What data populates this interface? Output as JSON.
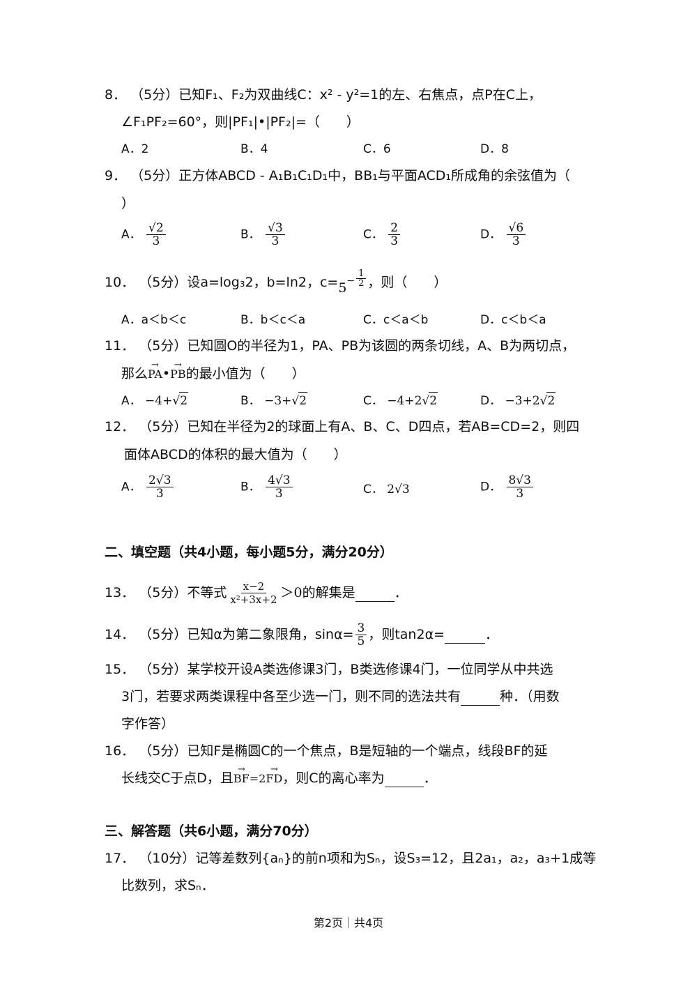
{
  "q8": {
    "num": "8．",
    "stem1": "（5分）已知F₁、F₂为双曲线C：x² - y²=1的左、右焦点，点P在C上，",
    "stem2": "∠F₁PF₂=60°，则|PF₁|•|PF₂|=（　　）",
    "options": [
      "A．2",
      "B．4",
      "C．6",
      "D．8"
    ]
  },
  "q9": {
    "num": "9．",
    "stem1": "（5分）正方体ABCD - A₁B₁C₁D₁中，BB₁与平面ACD₁所成角的余弦值为（",
    "stem2": "）",
    "option_labels": [
      "A．",
      "B．",
      "C．",
      "D．"
    ],
    "option_num": [
      "√2",
      "√3",
      "2",
      "√6"
    ],
    "option_den": [
      "3",
      "3",
      "3",
      "3"
    ]
  },
  "q10": {
    "num": "10．",
    "stem_a": "（5分）设a=log₃2，b=ln2，c=",
    "c_base": "5",
    "c_exp_sign": "−",
    "c_exp_num": "1",
    "c_exp_den": "2",
    "stem_b": "，则（　　）",
    "options": [
      "A．a＜b＜c",
      "B．b＜c＜a",
      "C．c＜a＜b",
      "D．c＜b＜a"
    ]
  },
  "q11": {
    "num": "11．",
    "stem1": "（5分）已知圆O的半径为1，PA、PB为该圆的两条切线，A、B为两切点，",
    "stem2_a": "那么",
    "vec1": "PA",
    "dot": "•",
    "vec2": "PB",
    "stem2_b": "的最小值为（　　）",
    "option_labels": [
      "A．",
      "B．",
      "C．",
      "D．"
    ],
    "option_pre": [
      "−4+",
      "−3+",
      "−4+2",
      "−3+2"
    ],
    "option_rad": [
      "2",
      "2",
      "2",
      "2"
    ]
  },
  "q12": {
    "num": "12．",
    "stem1": "（5分）已知在半径为2的球面上有A、B、C、D四点，若AB=CD=2，则四",
    "stem2": "面体ABCD的体积的最大值为（　　）",
    "option_labels": [
      "A．",
      "B．",
      "C．",
      "D．"
    ],
    "option_num": [
      "2√3",
      "4√3",
      "",
      "8√3"
    ],
    "option_den": [
      "3",
      "3",
      "",
      "3"
    ],
    "option_c": "2√3"
  },
  "section2": "二、填空题（共4小题，每小题5分，满分20分）",
  "q13": {
    "num": "13．",
    "stem_a": "（5分）不等式",
    "frac_num": "x−2",
    "frac_den": "x²+3x+2",
    "rel": "＞0",
    "stem_b": "的解集是",
    "end": "．"
  },
  "q14": {
    "num": "14．",
    "stem_a": "（5分）已知α为第二象限角，sinα=",
    "frac_num": "3",
    "frac_den": "5",
    "stem_b": "，则tan2α=",
    "end": "．"
  },
  "q15": {
    "num": "15．",
    "stem1": "（5分）某学校开设A类选修课3门，B类选修课4门，一位同学从中共选",
    "stem2_a": "3门，若要求两类课程中各至少选一门，则不同的选法共有",
    "stem2_b": "种．（用数",
    "stem3": "字作答）"
  },
  "q16": {
    "num": "16．",
    "stem1": "（5分）已知F是椭圆C的一个焦点，B是短轴的一个端点，线段BF的延",
    "stem2_a": "长线交C于点D，且",
    "vec1": "BF",
    "eq": "=2",
    "vec2": "FD",
    "stem2_b": "，则C的离心率为",
    "end": "．"
  },
  "section3": "三、解答题（共6小题，满分70分）",
  "q17": {
    "num": "17．",
    "stem1": "（10分）记等差数列{aₙ}的前n项和为Sₙ，设S₃=12，且2a₁，a₂，a₃+1成等",
    "stem2": "比数列，求Sₙ．"
  },
  "footer": "第2页｜共4页"
}
